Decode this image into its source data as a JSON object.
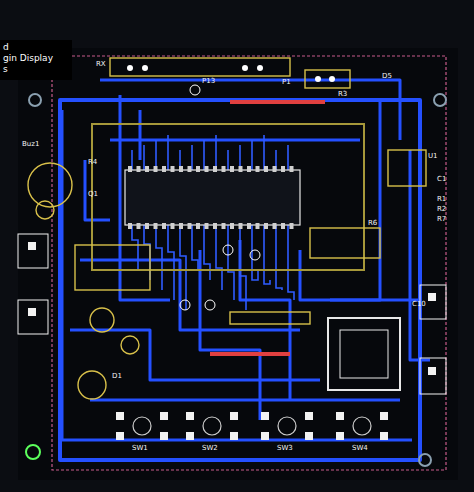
{
  "diagram": {
    "labels": [
      "d",
      "gin Display",
      "s",
      "RX",
      "P13",
      "P1",
      "D5",
      "R3",
      "Buz1",
      "Q1",
      "R4",
      "U1",
      "C1",
      "R1",
      "R2",
      "R7",
      "R6",
      "D1",
      "C10",
      "SW1",
      "SW2",
      "SW3",
      "SW4"
    ]
  }
}
